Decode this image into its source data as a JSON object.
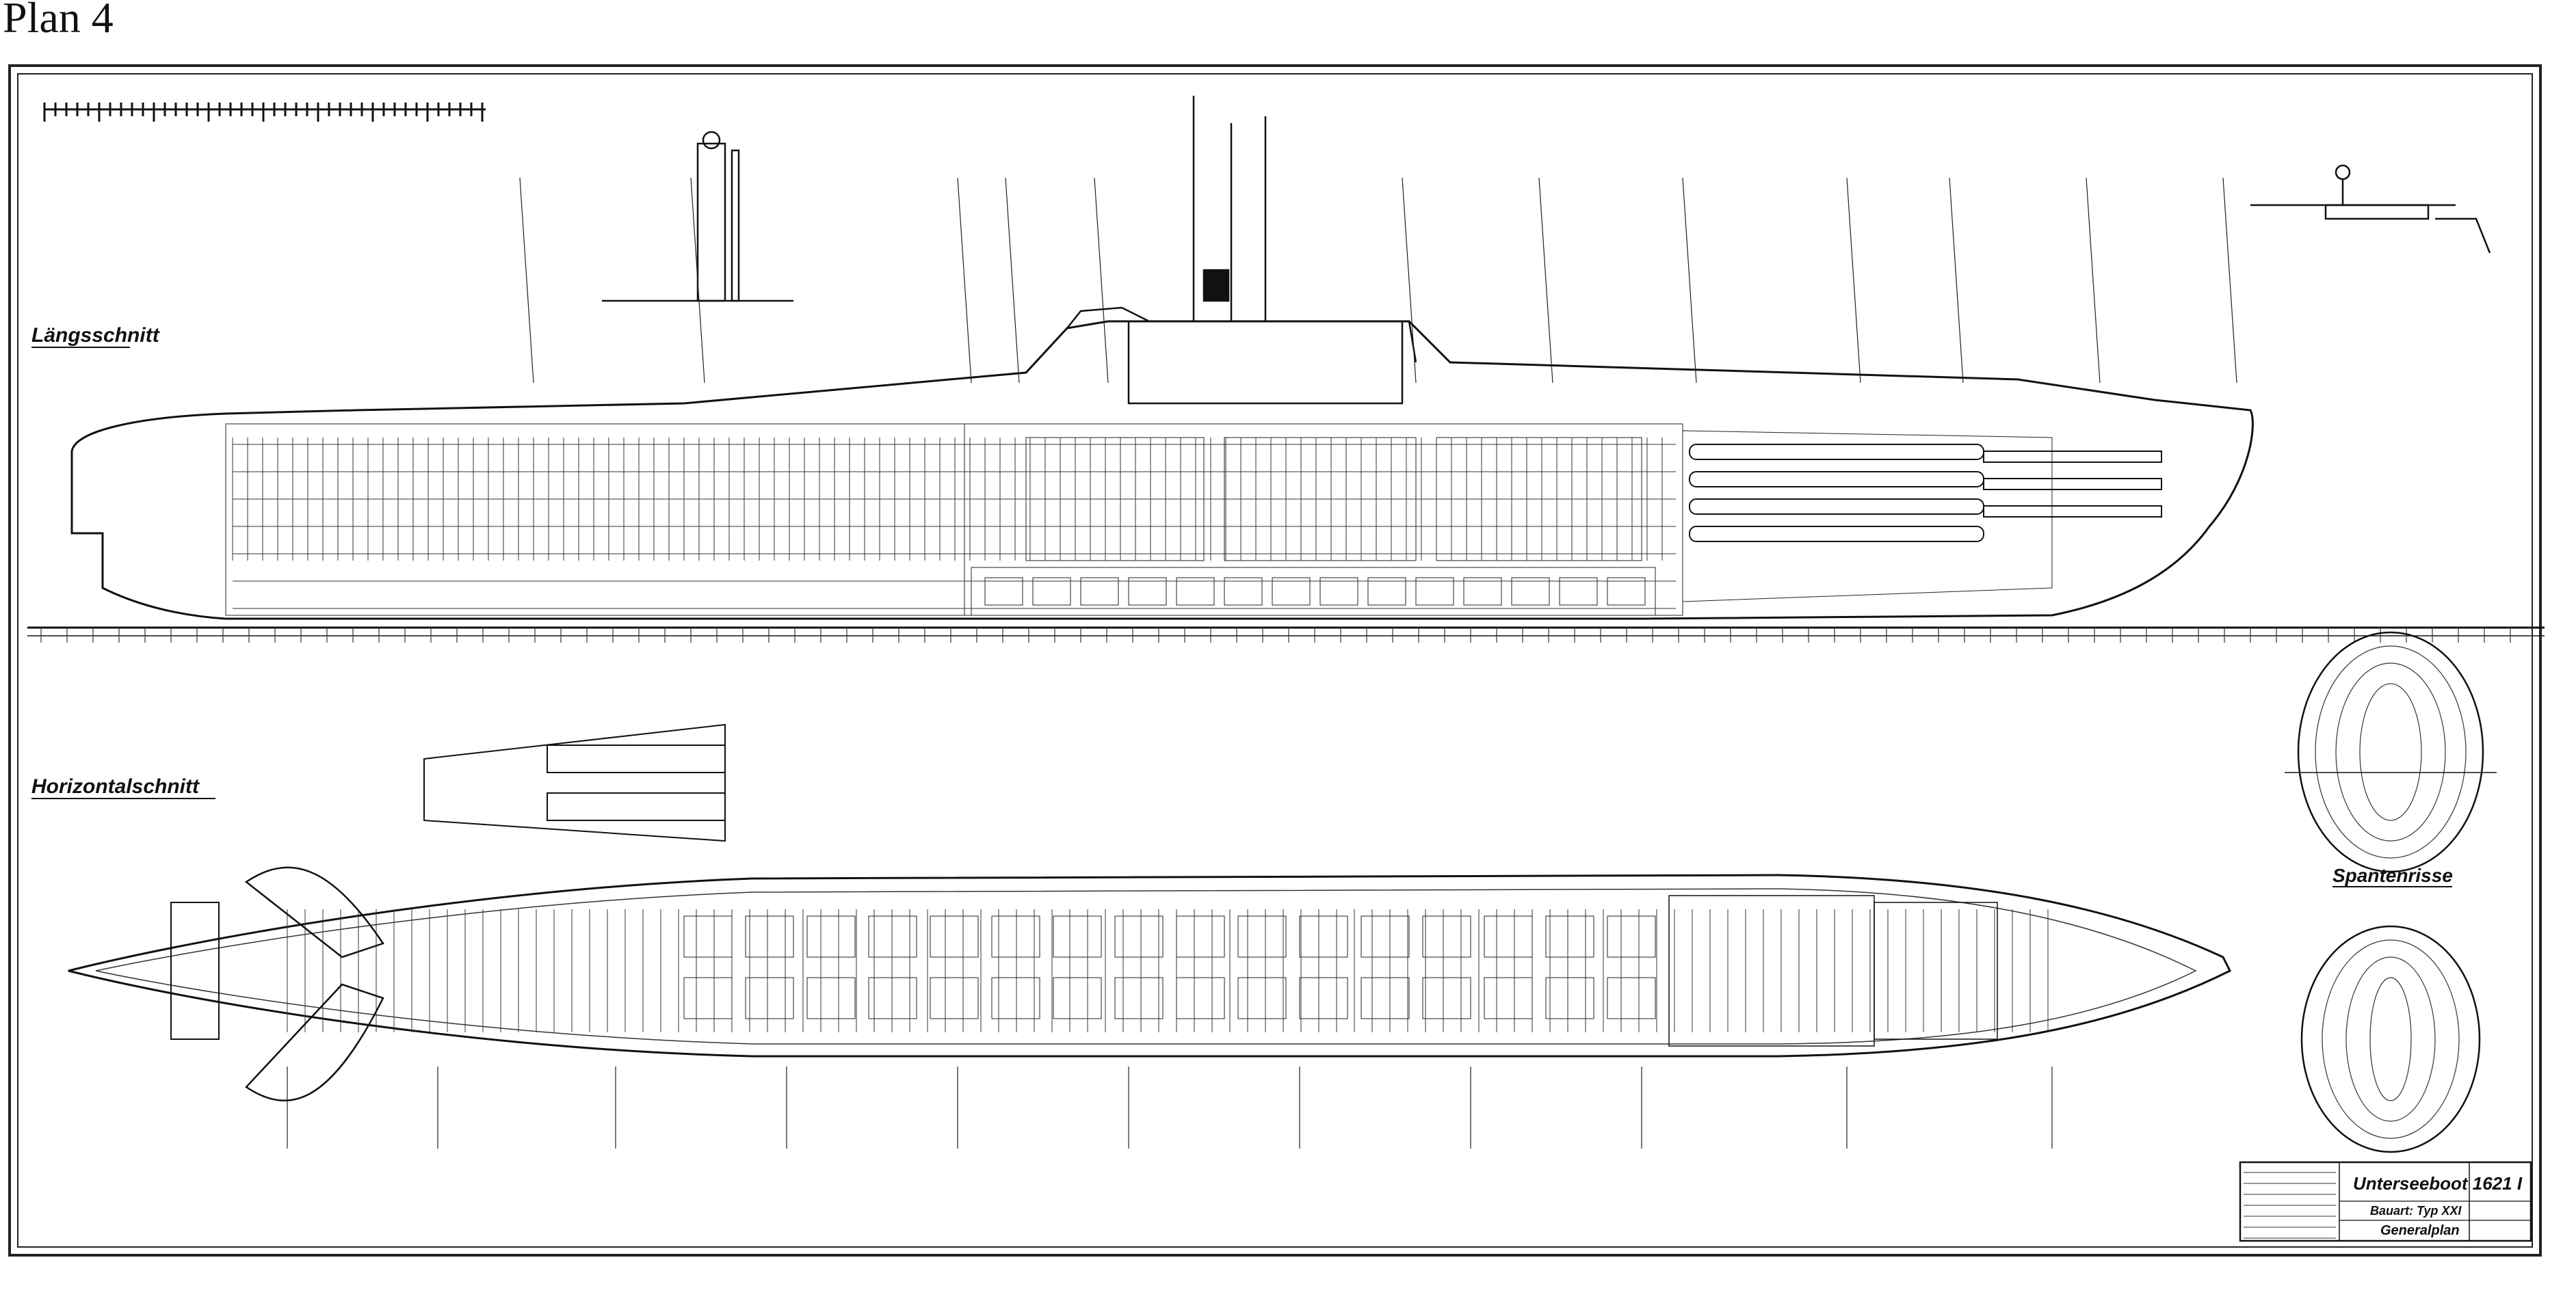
{
  "plan_label": "Plan 4",
  "section_labels": {
    "longitudinal": "Längsschnitt",
    "horizontal": "Horizontalschnitt",
    "frames": "Spantenrisse"
  },
  "title_block": {
    "boat": "Unterseeboot 1621 I",
    "type": "Bauart: Typ XXI",
    "sheet": "Generalplan"
  },
  "colors": {
    "ink": "#111111",
    "paper": "#ffffff",
    "border": "#222222"
  }
}
